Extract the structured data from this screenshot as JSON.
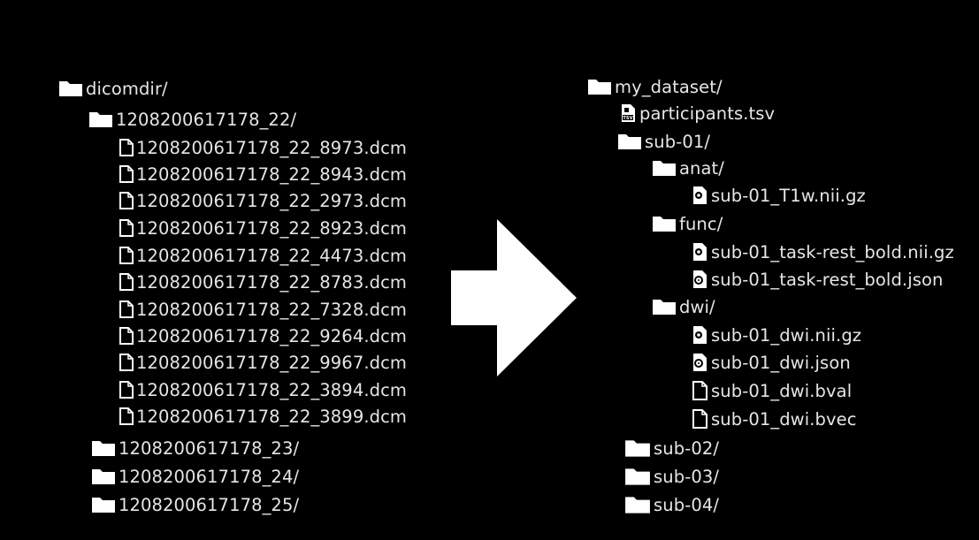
{
  "source_tree": {
    "root": "dicomdir/",
    "open_folder": "1208200617178_22/",
    "files": [
      "1208200617178_22_8973.dcm",
      "1208200617178_22_8943.dcm",
      "1208200617178_22_2973.dcm",
      "1208200617178_22_8923.dcm",
      "1208200617178_22_4473.dcm",
      "1208200617178_22_8783.dcm",
      "1208200617178_22_7328.dcm",
      "1208200617178_22_9264.dcm",
      "1208200617178_22_9967.dcm",
      "1208200617178_22_3894.dcm",
      "1208200617178_22_3899.dcm"
    ],
    "other_folders": [
      "1208200617178_23/",
      "1208200617178_24/",
      "1208200617178_25/"
    ]
  },
  "target_tree": {
    "root": "my_dataset/",
    "participants": "participants.tsv",
    "participants_badge": "TSV",
    "sub01": "sub-01/",
    "anat": "anat/",
    "anat_file": "sub-01_T1w.nii.gz",
    "func": "func/",
    "func_files": [
      "sub-01_task-rest_bold.nii.gz",
      "sub-01_task-rest_bold.json"
    ],
    "dwi": "dwi/",
    "dwi_files": [
      "sub-01_dwi.nii.gz",
      "sub-01_dwi.json",
      "sub-01_dwi.bval",
      "sub-01_dwi.bvec"
    ],
    "other_subjects": [
      "sub-02/",
      "sub-03/",
      "sub-04/"
    ]
  },
  "colors": {
    "background": "#000000",
    "foreground": "#ffffff",
    "text": "#e6e6e6"
  },
  "icons": {
    "folder": "folder-icon",
    "file": "file-icon",
    "tsv": "tsv-file-icon",
    "nifti": "image-file-icon",
    "json": "gear-file-icon",
    "arrow": "right-arrow-icon"
  }
}
